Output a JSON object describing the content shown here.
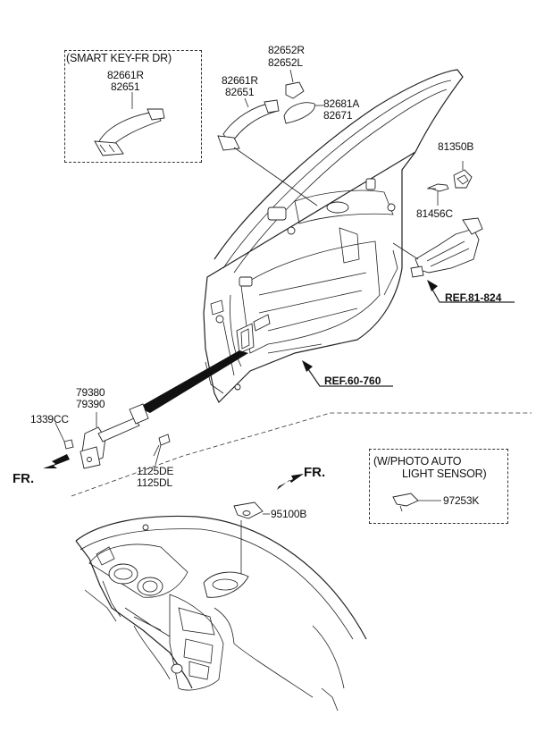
{
  "boxes": {
    "smart_key": "(SMART KEY-FR DR)",
    "photo_sensor_line1": "(W/PHOTO AUTO",
    "photo_sensor_line2": "LIGHT SENSOR)"
  },
  "parts": {
    "handle_box_a": "82661R",
    "handle_box_b": "82651",
    "cover_a": "82652R",
    "cover_b": "82652L",
    "handle_a": "82661R",
    "handle_b": "82651",
    "gasket_a": "82681A",
    "gasket_b": "82671",
    "cap": "81350B",
    "screw": "81456C",
    "checker_a": "79380",
    "checker_b": "79390",
    "nut": "1339CC",
    "bolt_a": "1125DE",
    "bolt_b": "1125DL",
    "sensor": "95100B",
    "photo_sensor": "97253K"
  },
  "refs": {
    "latch": "REF.81-824",
    "door": "REF.60-760"
  },
  "directions": {
    "front_left": "FR.",
    "front_right": "FR."
  }
}
